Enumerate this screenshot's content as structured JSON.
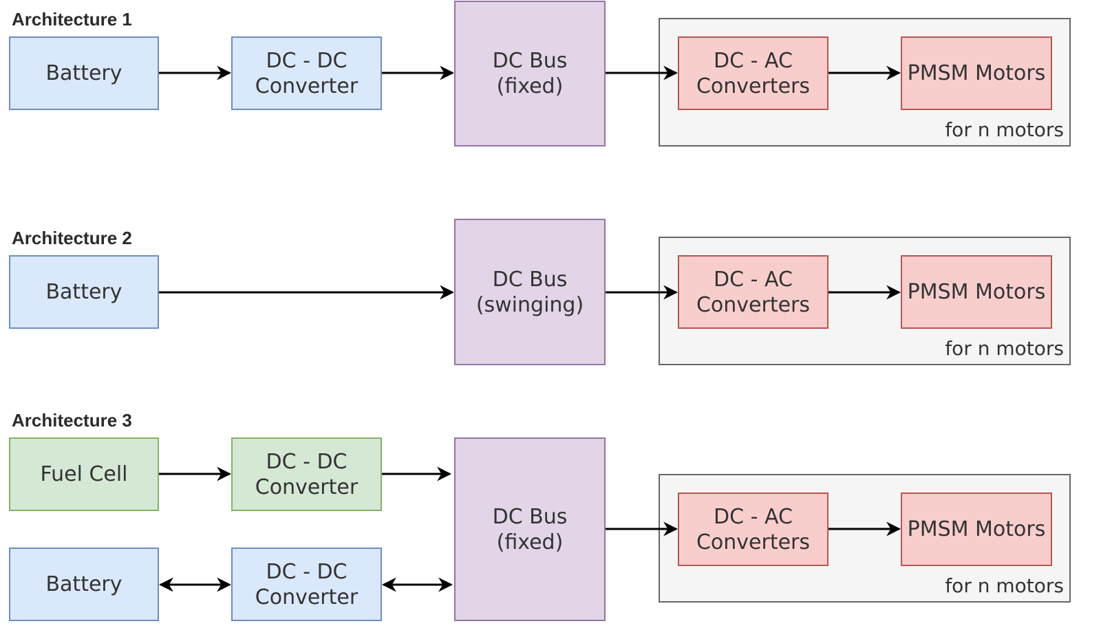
{
  "arch1": {
    "title": "Architecture 1",
    "battery": "Battery",
    "dcdc": [
      "DC - DC",
      "Converter"
    ],
    "bus": [
      "DC Bus",
      "(fixed)"
    ],
    "dcac": [
      "DC - AC",
      "Converters"
    ],
    "motors": "PMSM Motors",
    "group_note": "for n motors"
  },
  "arch2": {
    "title": "Architecture 2",
    "battery": "Battery",
    "bus": [
      "DC Bus",
      "(swinging)"
    ],
    "dcac": [
      "DC - AC",
      "Converters"
    ],
    "motors": "PMSM Motors",
    "group_note": "for n motors"
  },
  "arch3": {
    "title": "Architecture 3",
    "fuel_cell": "Fuel Cell",
    "fc_dcdc": [
      "DC - DC",
      "Converter"
    ],
    "battery": "Battery",
    "bat_dcdc": [
      "DC - DC",
      "Converter"
    ],
    "bus": [
      "DC Bus",
      "(fixed)"
    ],
    "dcac": [
      "DC - AC",
      "Converters"
    ],
    "motors": "PMSM Motors",
    "group_note": "for n motors"
  },
  "colors": {
    "battery_fill": "#dae8fc",
    "battery_stroke": "#6c8ebf",
    "fuel_cell_fill": "#d5e8d4",
    "fuel_cell_stroke": "#82b366",
    "bus_fill": "#e1d5e7",
    "bus_stroke": "#9673a6",
    "motor_fill": "#f8cecc",
    "motor_stroke": "#b85450",
    "group_fill": "#f5f5f5",
    "group_stroke": "#666666"
  }
}
